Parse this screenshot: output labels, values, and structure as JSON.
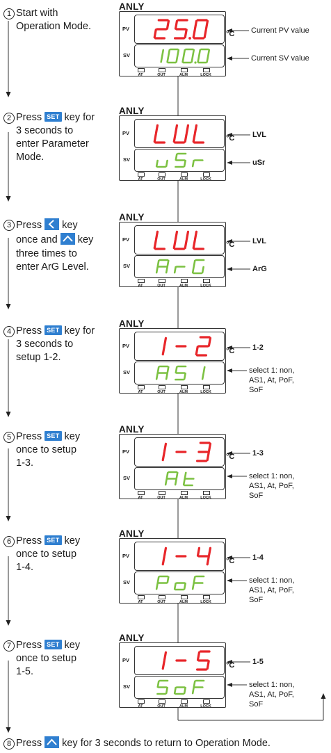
{
  "brand": "ANLY",
  "labels": {
    "pv": "PV",
    "sv": "SV",
    "unit": "°C"
  },
  "leds": [
    "AT",
    "OUT",
    "ALM",
    "LOCK"
  ],
  "colors": {
    "pv_digits": "#e8262a",
    "sv_digits": "#7cc142",
    "key_blue": "#2f7fd0"
  },
  "steps": [
    {
      "num": "1",
      "lines": [
        "Start with",
        "Operation Mode."
      ],
      "pv": "25.0",
      "sv": "100.0",
      "pv_note": "Current PV value",
      "sv_note": [
        "Current SV value"
      ]
    },
    {
      "num": "2",
      "lines": [
        "Press [SET] key for",
        "3 seconds to",
        "enter Parameter",
        "Mode."
      ],
      "pv": "LVL",
      "sv": "uSr",
      "pv_note": "LVL",
      "sv_note": [
        "uSr"
      ]
    },
    {
      "num": "3",
      "lines": [
        "Press [LEFT] key",
        "once and [UP] key",
        "three times to",
        "enter ArG Level."
      ],
      "pv": "LVL",
      "sv": "ArG",
      "pv_note": "LVL",
      "sv_note": [
        "ArG"
      ]
    },
    {
      "num": "4",
      "lines": [
        "Press [SET] key for",
        "3 seconds to",
        "setup 1-2."
      ],
      "pv": "1-2",
      "sv": "AS1",
      "pv_note": "1-2",
      "sv_note": [
        "select 1: non,",
        "AS1, At, PoF,",
        "SoF"
      ]
    },
    {
      "num": "5",
      "lines": [
        "Press [SET] key",
        "once to setup",
        "1-3."
      ],
      "pv": "1-3",
      "sv": "At",
      "pv_note": "1-3",
      "sv_note": [
        "select 1: non,",
        "AS1, At, PoF,",
        "SoF"
      ]
    },
    {
      "num": "6",
      "lines": [
        "Press [SET] key",
        "once to setup",
        "1-4."
      ],
      "pv": "1-4",
      "sv": "PoF",
      "pv_note": "1-4",
      "sv_note": [
        "select 1: non,",
        "AS1, At, PoF,",
        "SoF"
      ]
    },
    {
      "num": "7",
      "lines": [
        "Press [SET] key",
        "once to setup",
        "1-5."
      ],
      "pv": "1-5",
      "sv": "SoF",
      "pv_note": "1-5",
      "sv_note": [
        "select 1: non,",
        "AS1, At, PoF,",
        "SoF"
      ]
    }
  ],
  "final_step": {
    "num": "8",
    "text_before": "Press",
    "key": "up-arrow-key",
    "text_after": "key for 3 seconds to return to Operation Mode."
  },
  "set_key_label": "SET",
  "icons": {
    "left": "left-arrow-key-icon",
    "up": "up-arrow-key-icon"
  }
}
